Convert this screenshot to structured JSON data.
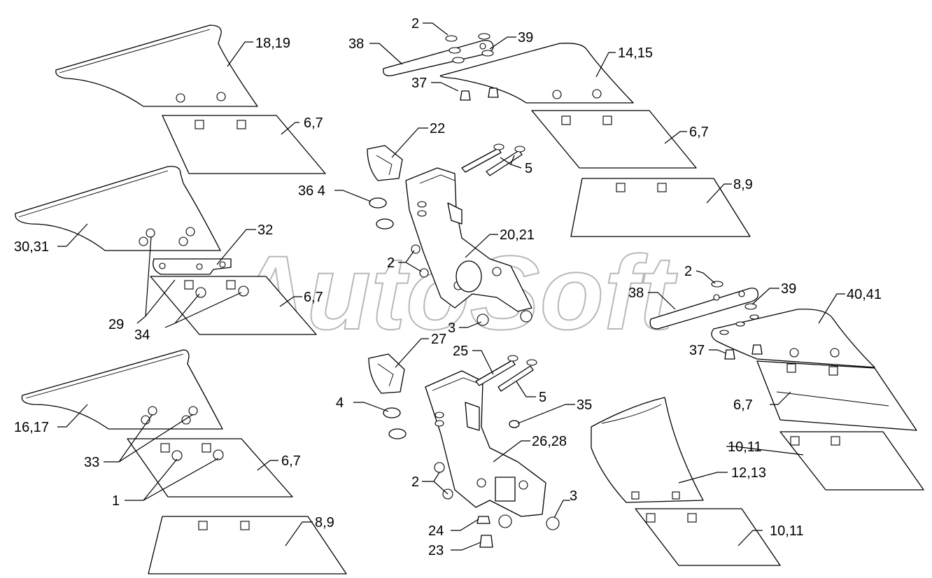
{
  "watermark": "AutoSoft",
  "callouts": {
    "c18_19": "18,19",
    "c14_15": "14,15",
    "c2_top": "2",
    "c39_top": "39",
    "c38_top": "38",
    "c37_top": "37",
    "c6_7_a": "6,7",
    "c6_7_b": "6,7",
    "c22": "22",
    "c36_4": "36 4",
    "c5_top": "5",
    "c8_9_top": "8,9",
    "c30_31": "30,31",
    "c32": "32",
    "c20_21": "20,21",
    "c2_mid": "2",
    "c6_7_c": "6,7",
    "c29": "29",
    "c34": "34",
    "c3_mid": "3",
    "c2_right": "2",
    "c38_right": "38",
    "c39_right": "39",
    "c40_41": "40,41",
    "c37_right": "37",
    "c27": "27",
    "c25": "25",
    "c4": "4",
    "c5_low": "5",
    "c35": "35",
    "c6_7_d": "6,7",
    "c16_17": "16,17",
    "c26_28": "26,28",
    "c10_11_a": "10,11",
    "c33": "33",
    "c6_7_e": "6,7",
    "c12_13": "12,13",
    "c2_low": "2",
    "c1": "1",
    "c3_low": "3",
    "c24": "24",
    "c8_9_low": "8,9",
    "c10_11_b": "10,11",
    "c23": "23"
  },
  "colors": {
    "line": "#000000",
    "background": "#ffffff",
    "watermark": "#b8b8b8"
  }
}
